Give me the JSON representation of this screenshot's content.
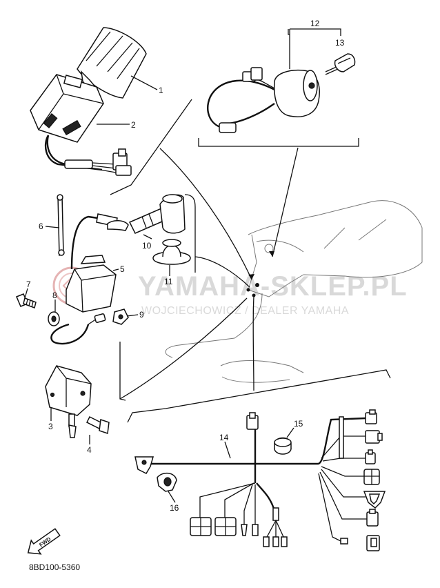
{
  "diagram": {
    "code": "8BD100-5360",
    "fwd_label": "FWD",
    "callouts": [
      "1",
      "2",
      "3",
      "4",
      "5",
      "6",
      "7",
      "8",
      "9",
      "10",
      "11",
      "12",
      "13",
      "14",
      "15",
      "16"
    ]
  },
  "watermark": {
    "brand": "YAMAHA-SKLEP.PL",
    "dealer": "WOJCIECHOWICZ / DEALER YAMAHA",
    "logo_color": "#e5b3b3",
    "text_color": "#d9d9d9"
  }
}
